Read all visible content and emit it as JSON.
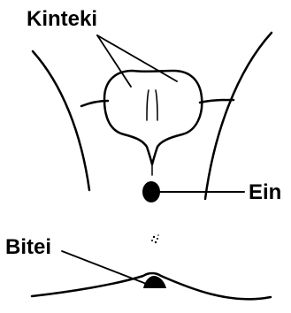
{
  "labels": {
    "kinteki": "Kinteki",
    "ein": "Ein",
    "bitei": "Bitei"
  },
  "colors": {
    "ink": "#000000",
    "background": "#ffffff"
  }
}
